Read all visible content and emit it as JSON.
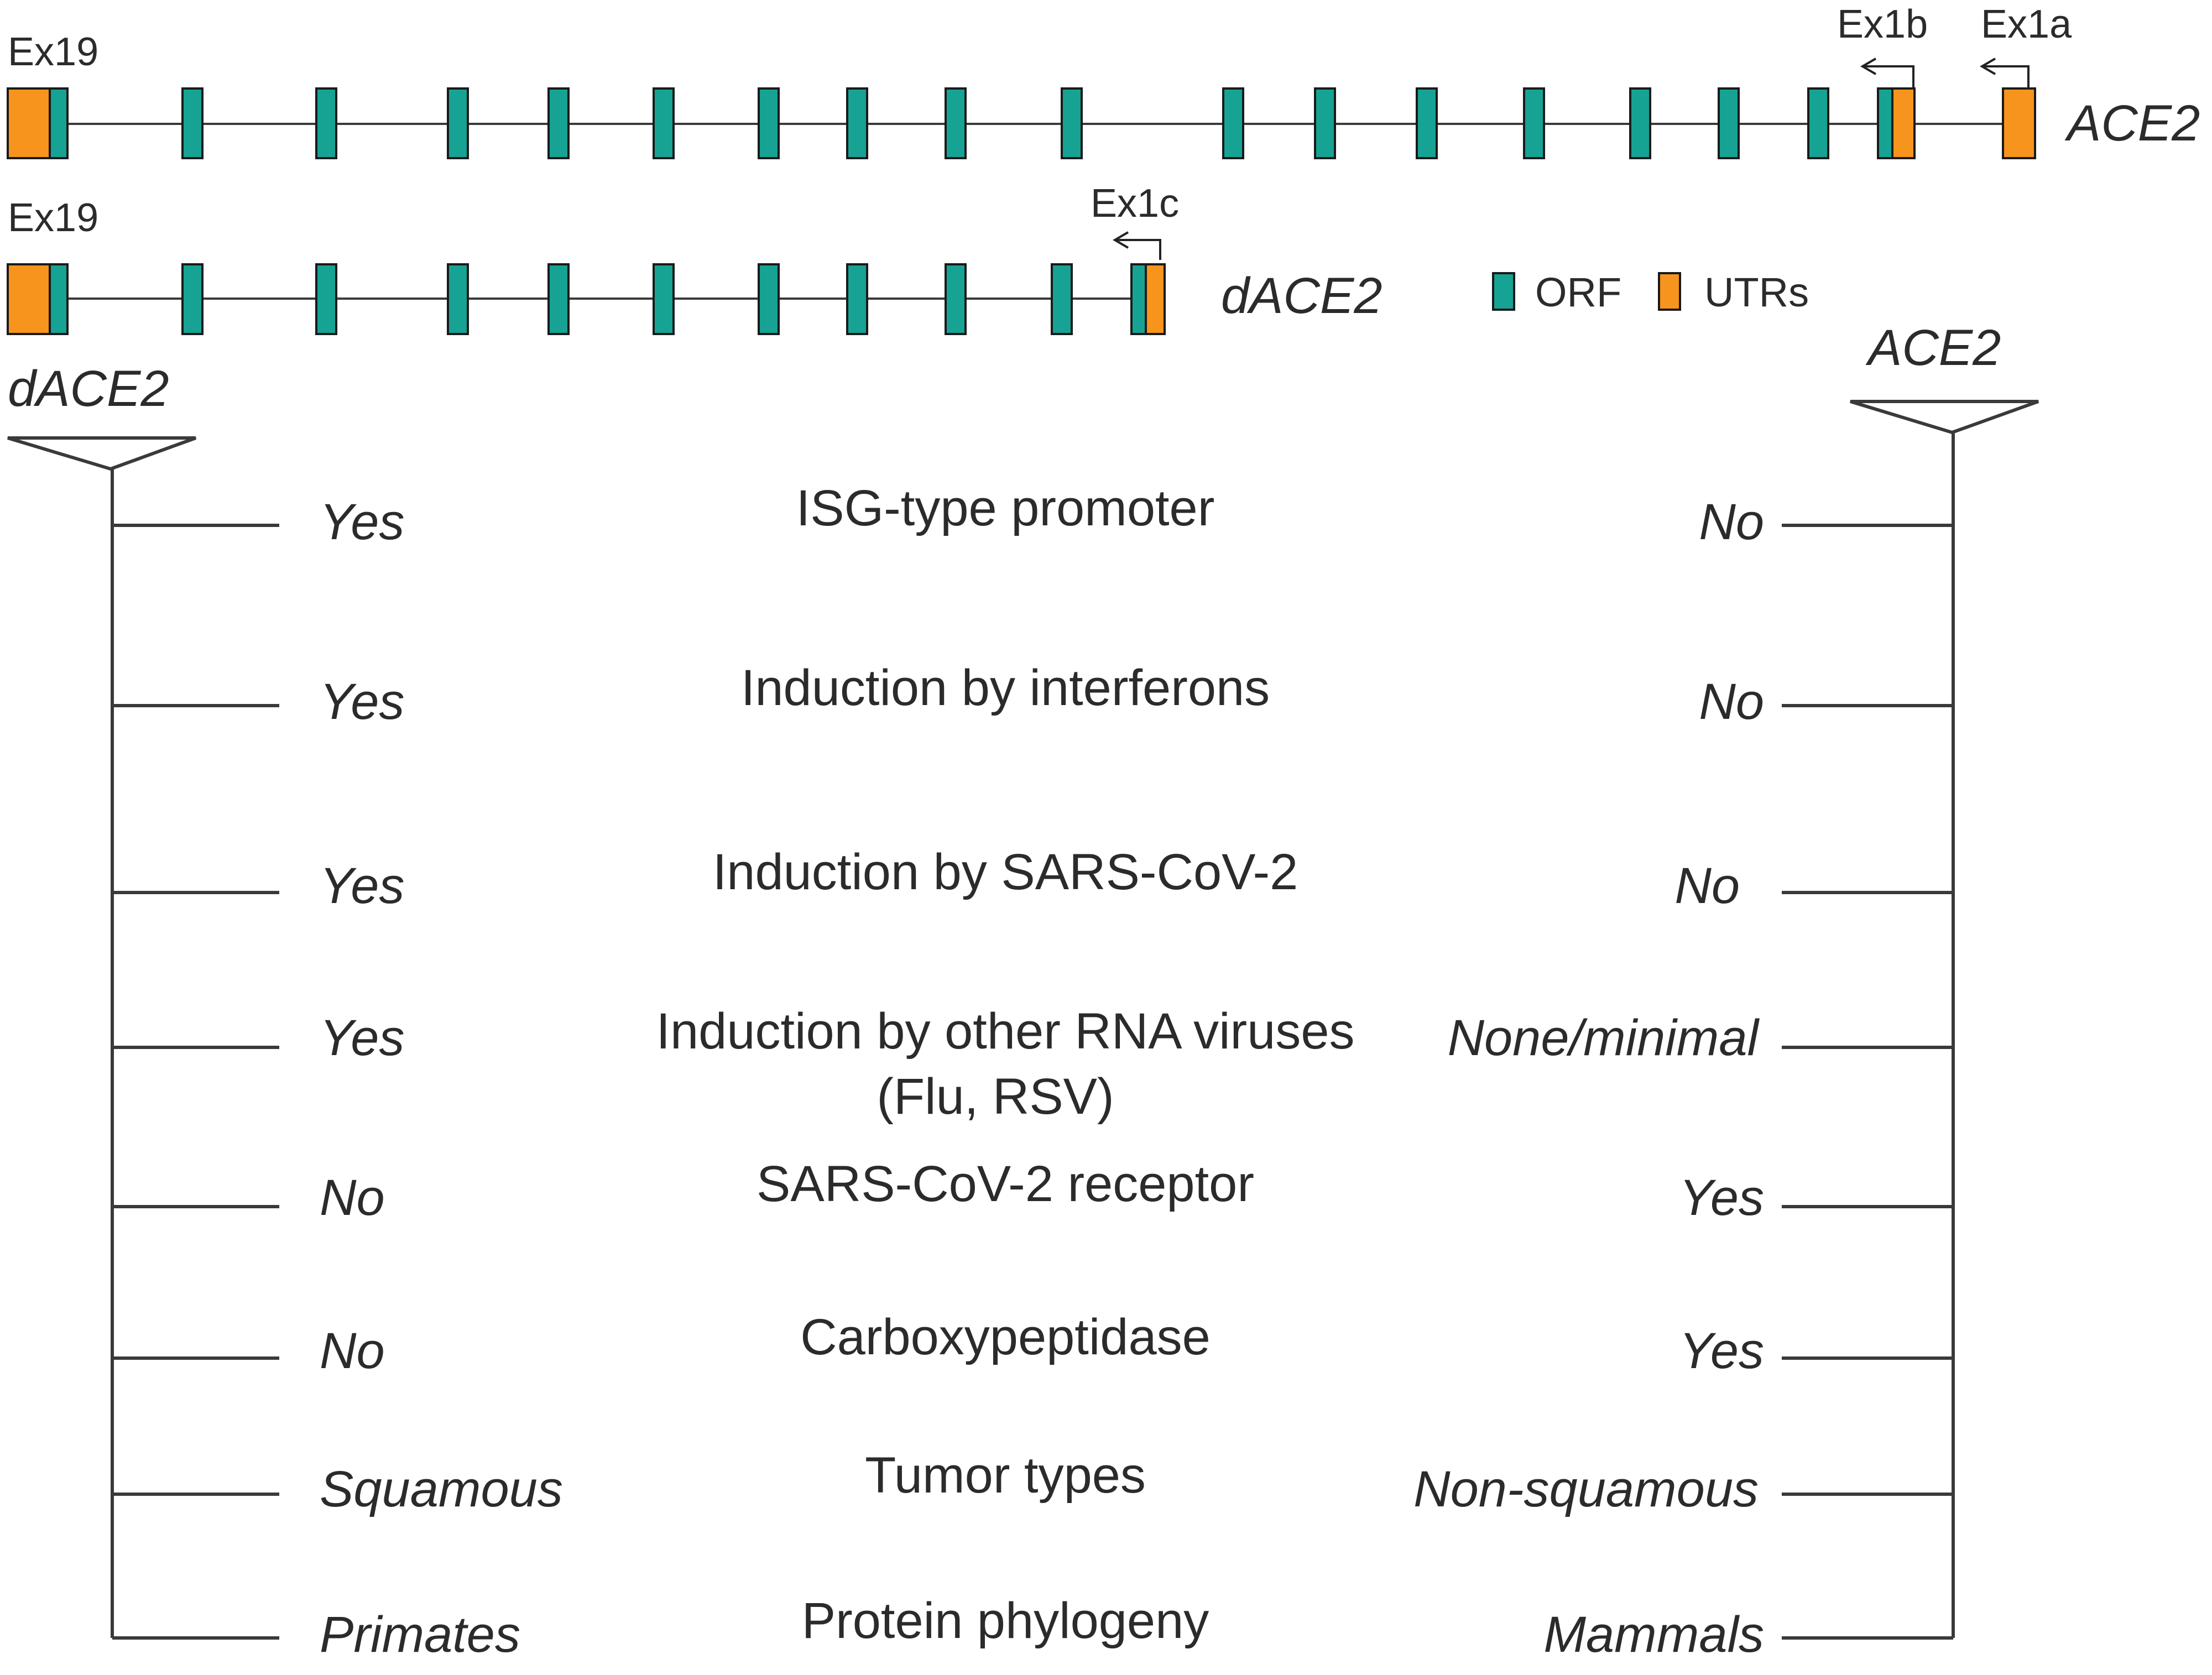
{
  "colors": {
    "orf": "#16a394",
    "utr": "#f7941d",
    "line": "#3a3a3a",
    "text": "#2b2b2b"
  },
  "gene_structures": {
    "ace2": {
      "name": "ACE2",
      "exon_labels": {
        "ex19": "Ex19",
        "ex1b": "Ex1b",
        "ex1a": "Ex1a"
      }
    },
    "dace2": {
      "name": "dACE2",
      "exon_labels": {
        "ex19": "Ex19",
        "ex1c": "Ex1c"
      }
    }
  },
  "legend": {
    "orf": "ORF",
    "utrs": "UTRs"
  },
  "comparison": {
    "left_header": "dACE2",
    "right_header": "ACE2",
    "rows": [
      {
        "feature": "ISG-type promoter",
        "dace2": "Yes",
        "ace2": "No"
      },
      {
        "feature": "Induction by interferons",
        "dace2": "Yes",
        "ace2": "No"
      },
      {
        "feature": "Induction by SARS-CoV-2",
        "dace2": "Yes",
        "ace2": "No"
      },
      {
        "feature": "Induction by other RNA viruses",
        "feature_line2": "(Flu, RSV)",
        "dace2": "Yes",
        "ace2": "None/minimal"
      },
      {
        "feature": "SARS-CoV-2 receptor",
        "dace2": "No",
        "ace2": "Yes"
      },
      {
        "feature": "Carboxypeptidase",
        "dace2": "No",
        "ace2": "Yes"
      },
      {
        "feature": "Tumor types",
        "dace2": "Squamous",
        "ace2": "Non-squamous"
      },
      {
        "feature": "Protein phylogeny",
        "dace2": "Primates",
        "ace2": "Mammals"
      }
    ]
  }
}
